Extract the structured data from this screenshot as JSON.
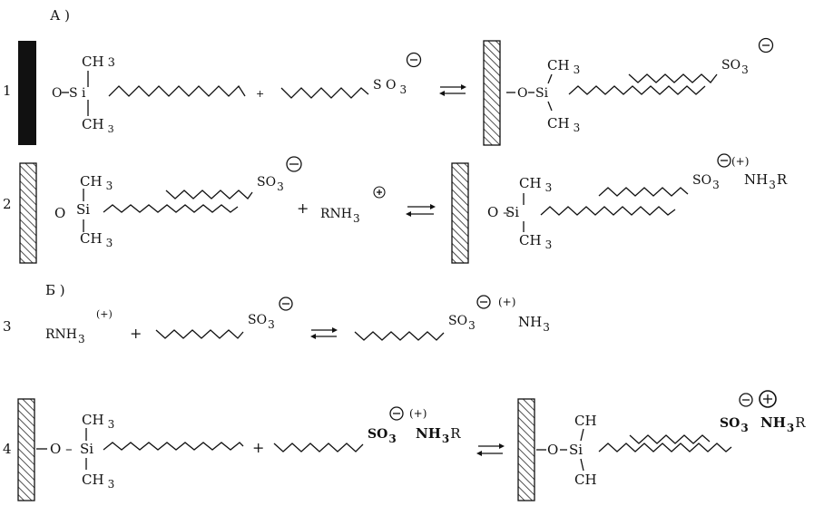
{
  "section_labels": {
    "a": "А )",
    "b": "Б )"
  },
  "row_numbers": [
    "1",
    "2",
    "3",
    "4"
  ],
  "groups": {
    "ch3": "CH",
    "ch": "CH",
    "ch3_sub": "3",
    "si": "Si",
    "si_spaced": "S i",
    "o": "O",
    "o_dash": "O –",
    "so3": "SO",
    "so3_sub": "3",
    "so3_spaced": "S O",
    "rnh3": "RNH",
    "rnh3_sub": "3",
    "nh3": "NH",
    "nh3_sub": "3",
    "r": "R",
    "plus": "+"
  },
  "charges": {
    "minus": "–",
    "plus": "+",
    "plus_paren": "(+)"
  }
}
